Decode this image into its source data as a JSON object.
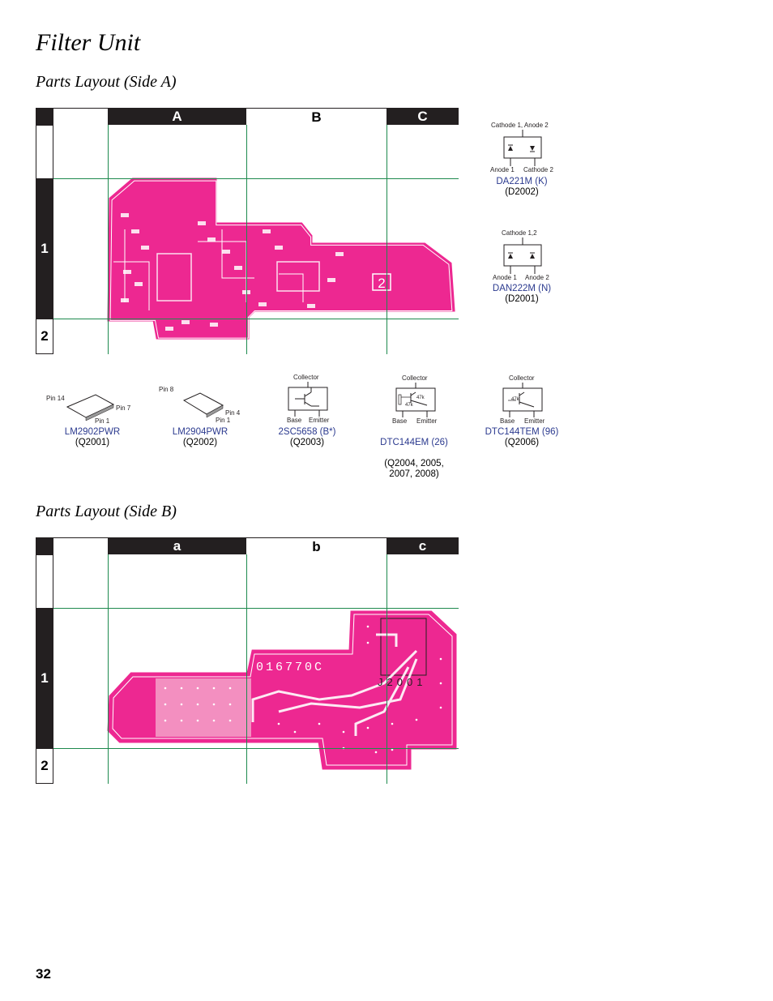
{
  "title": "Filter Unit",
  "side_a": {
    "title": "Parts Layout (Side A)",
    "columns": [
      "A",
      "B",
      "C"
    ],
    "rows": [
      "1",
      "2"
    ],
    "board_label": "2"
  },
  "side_b": {
    "title": "Parts Layout (Side B)",
    "columns": [
      "a",
      "b",
      "c"
    ],
    "rows": [
      "1",
      "2"
    ],
    "silk_code": "016770C",
    "connector_ref": "J2001"
  },
  "diodes": [
    {
      "part": "DA221M (K)",
      "ref": "(D2002)",
      "top": "Cathode 1, Anode 2",
      "left": "Anode 1",
      "right": "Cathode 2"
    },
    {
      "part": "DAN222M (N)",
      "ref": "(D2001)",
      "top": "Cathode 1,2",
      "left": "Anode 1",
      "right": "Anode 2"
    }
  ],
  "ics": [
    {
      "part": "LM2902PWR",
      "ref": "(Q2001)",
      "pin_a": "Pin 14",
      "pin_b": "Pin 7",
      "pin_c": "Pin 1"
    },
    {
      "part": "LM2904PWR",
      "ref": "(Q2002)",
      "pin_a": "Pin 8",
      "pin_b": "Pin 4",
      "pin_c": "Pin 1"
    }
  ],
  "transistors": [
    {
      "part": "2SC5658 (B*)",
      "ref": "(Q2003)",
      "collector": "Collector",
      "base": "Base",
      "emitter": "Emitter",
      "r1": "",
      "r2": ""
    },
    {
      "part": "DTC144EM (26)",
      "ref": "(Q2004, 2005,\n2007, 2008)",
      "collector": "Collector",
      "base": "Base",
      "emitter": "Emitter",
      "r1": "47k",
      "r2": "47k"
    },
    {
      "part": "DTC144TEM (96)",
      "ref": "(Q2006)",
      "collector": "Collector",
      "base": "Base",
      "emitter": "Emitter",
      "r1": "47k",
      "r2": ""
    }
  ],
  "page_number": "32",
  "colors": {
    "board": "#ed2891",
    "grid_line": "#1e8a4e",
    "part_name": "#2b3a8f"
  }
}
